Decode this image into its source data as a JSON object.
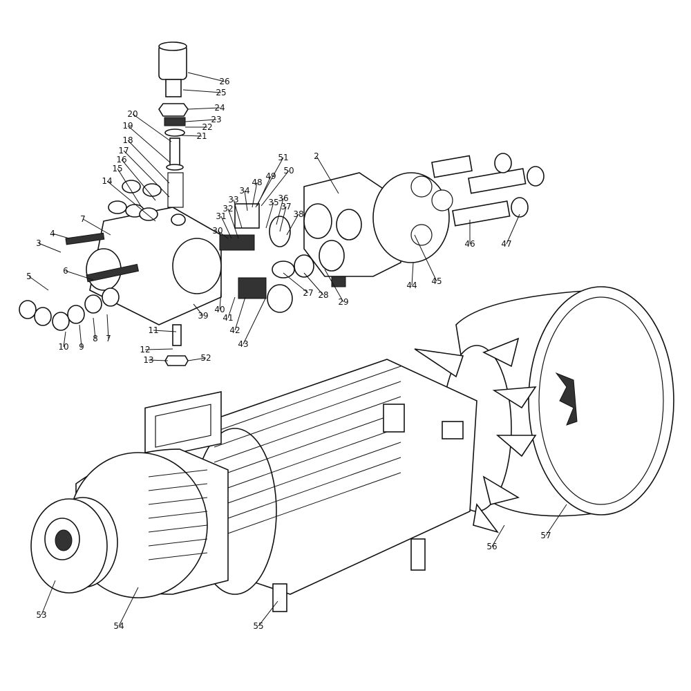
{
  "diagram": {
    "title_visible": false,
    "part_labels": [
      "26",
      "25",
      "24",
      "23",
      "22",
      "21",
      "20",
      "19",
      "18",
      "17",
      "16",
      "15",
      "14",
      "7",
      "4",
      "3",
      "6",
      "5",
      "10",
      "9",
      "8",
      "7",
      "11",
      "12",
      "13",
      "52",
      "39",
      "40",
      "41",
      "42",
      "43",
      "27",
      "28",
      "29",
      "30",
      "31",
      "32",
      "33",
      "34",
      "48",
      "49",
      "50",
      "51",
      "35",
      "36",
      "37",
      "38",
      "2",
      "44",
      "45",
      "46",
      "47",
      "53",
      "54",
      "55",
      "56",
      "57"
    ]
  }
}
